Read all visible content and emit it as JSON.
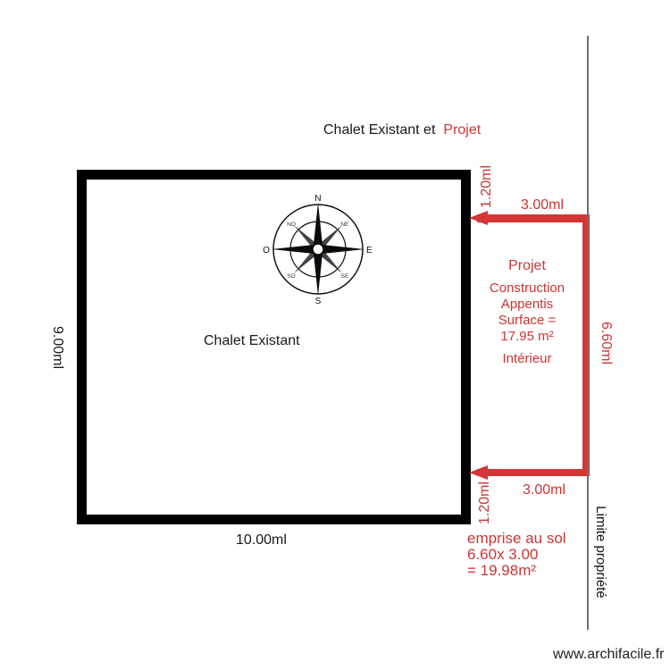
{
  "title": {
    "black": "Chalet Existant et",
    "red": "Projet"
  },
  "chalet": {
    "label": "Chalet Existant",
    "width_label": "10.00ml",
    "height_label": "9.00ml"
  },
  "compass": {
    "n": "N",
    "s": "S",
    "e": "E",
    "o": "O",
    "no": "NO",
    "ne": "NE",
    "so": "SO",
    "se": "SE"
  },
  "projet": {
    "top_offset_label": "1.20ml",
    "top_width_label": "3.00ml",
    "bottom_offset_label": "1.20ml",
    "bottom_width_label": "3.00ml",
    "height_label": "6.60ml",
    "line1": "Projet",
    "line2": "Construction",
    "line3": "Appentis",
    "line4": "Surface =",
    "line5": "17.95 m²",
    "line6": "Intérieur"
  },
  "emprise": {
    "line1": "emprise au sol",
    "line2": "6.60x 3.00",
    "line3": "= 19.98m²"
  },
  "property_limit_label": "Limite propriété",
  "watermark": "www.archifacile.fr",
  "colors": {
    "accent_red": "#d43535",
    "text_red": "#cc3434",
    "wall_black": "#000000",
    "limit_line_gray": "#6e6e6e"
  }
}
